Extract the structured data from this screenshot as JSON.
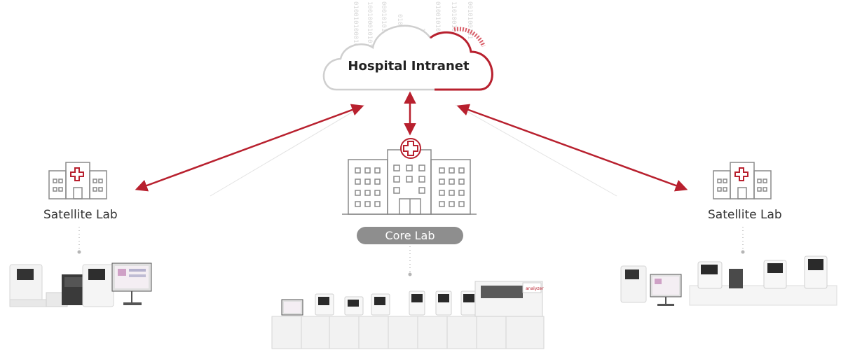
{
  "cloud": {
    "title": "Hospital Intranet"
  },
  "core_lab": {
    "label": "Core Lab"
  },
  "satellite_left": {
    "label": "Satellite Lab"
  },
  "satellite_right": {
    "label": "Satellite Lab"
  },
  "colors": {
    "accent": "#b8202e",
    "line_gray": "#cccccc",
    "building": "#8a8a8a",
    "pill": "#8e8e8e"
  },
  "icons": [
    "cloud-icon",
    "hospital-building-icon",
    "red-cross-icon"
  ],
  "analyzer_screen_text": "analyzer"
}
